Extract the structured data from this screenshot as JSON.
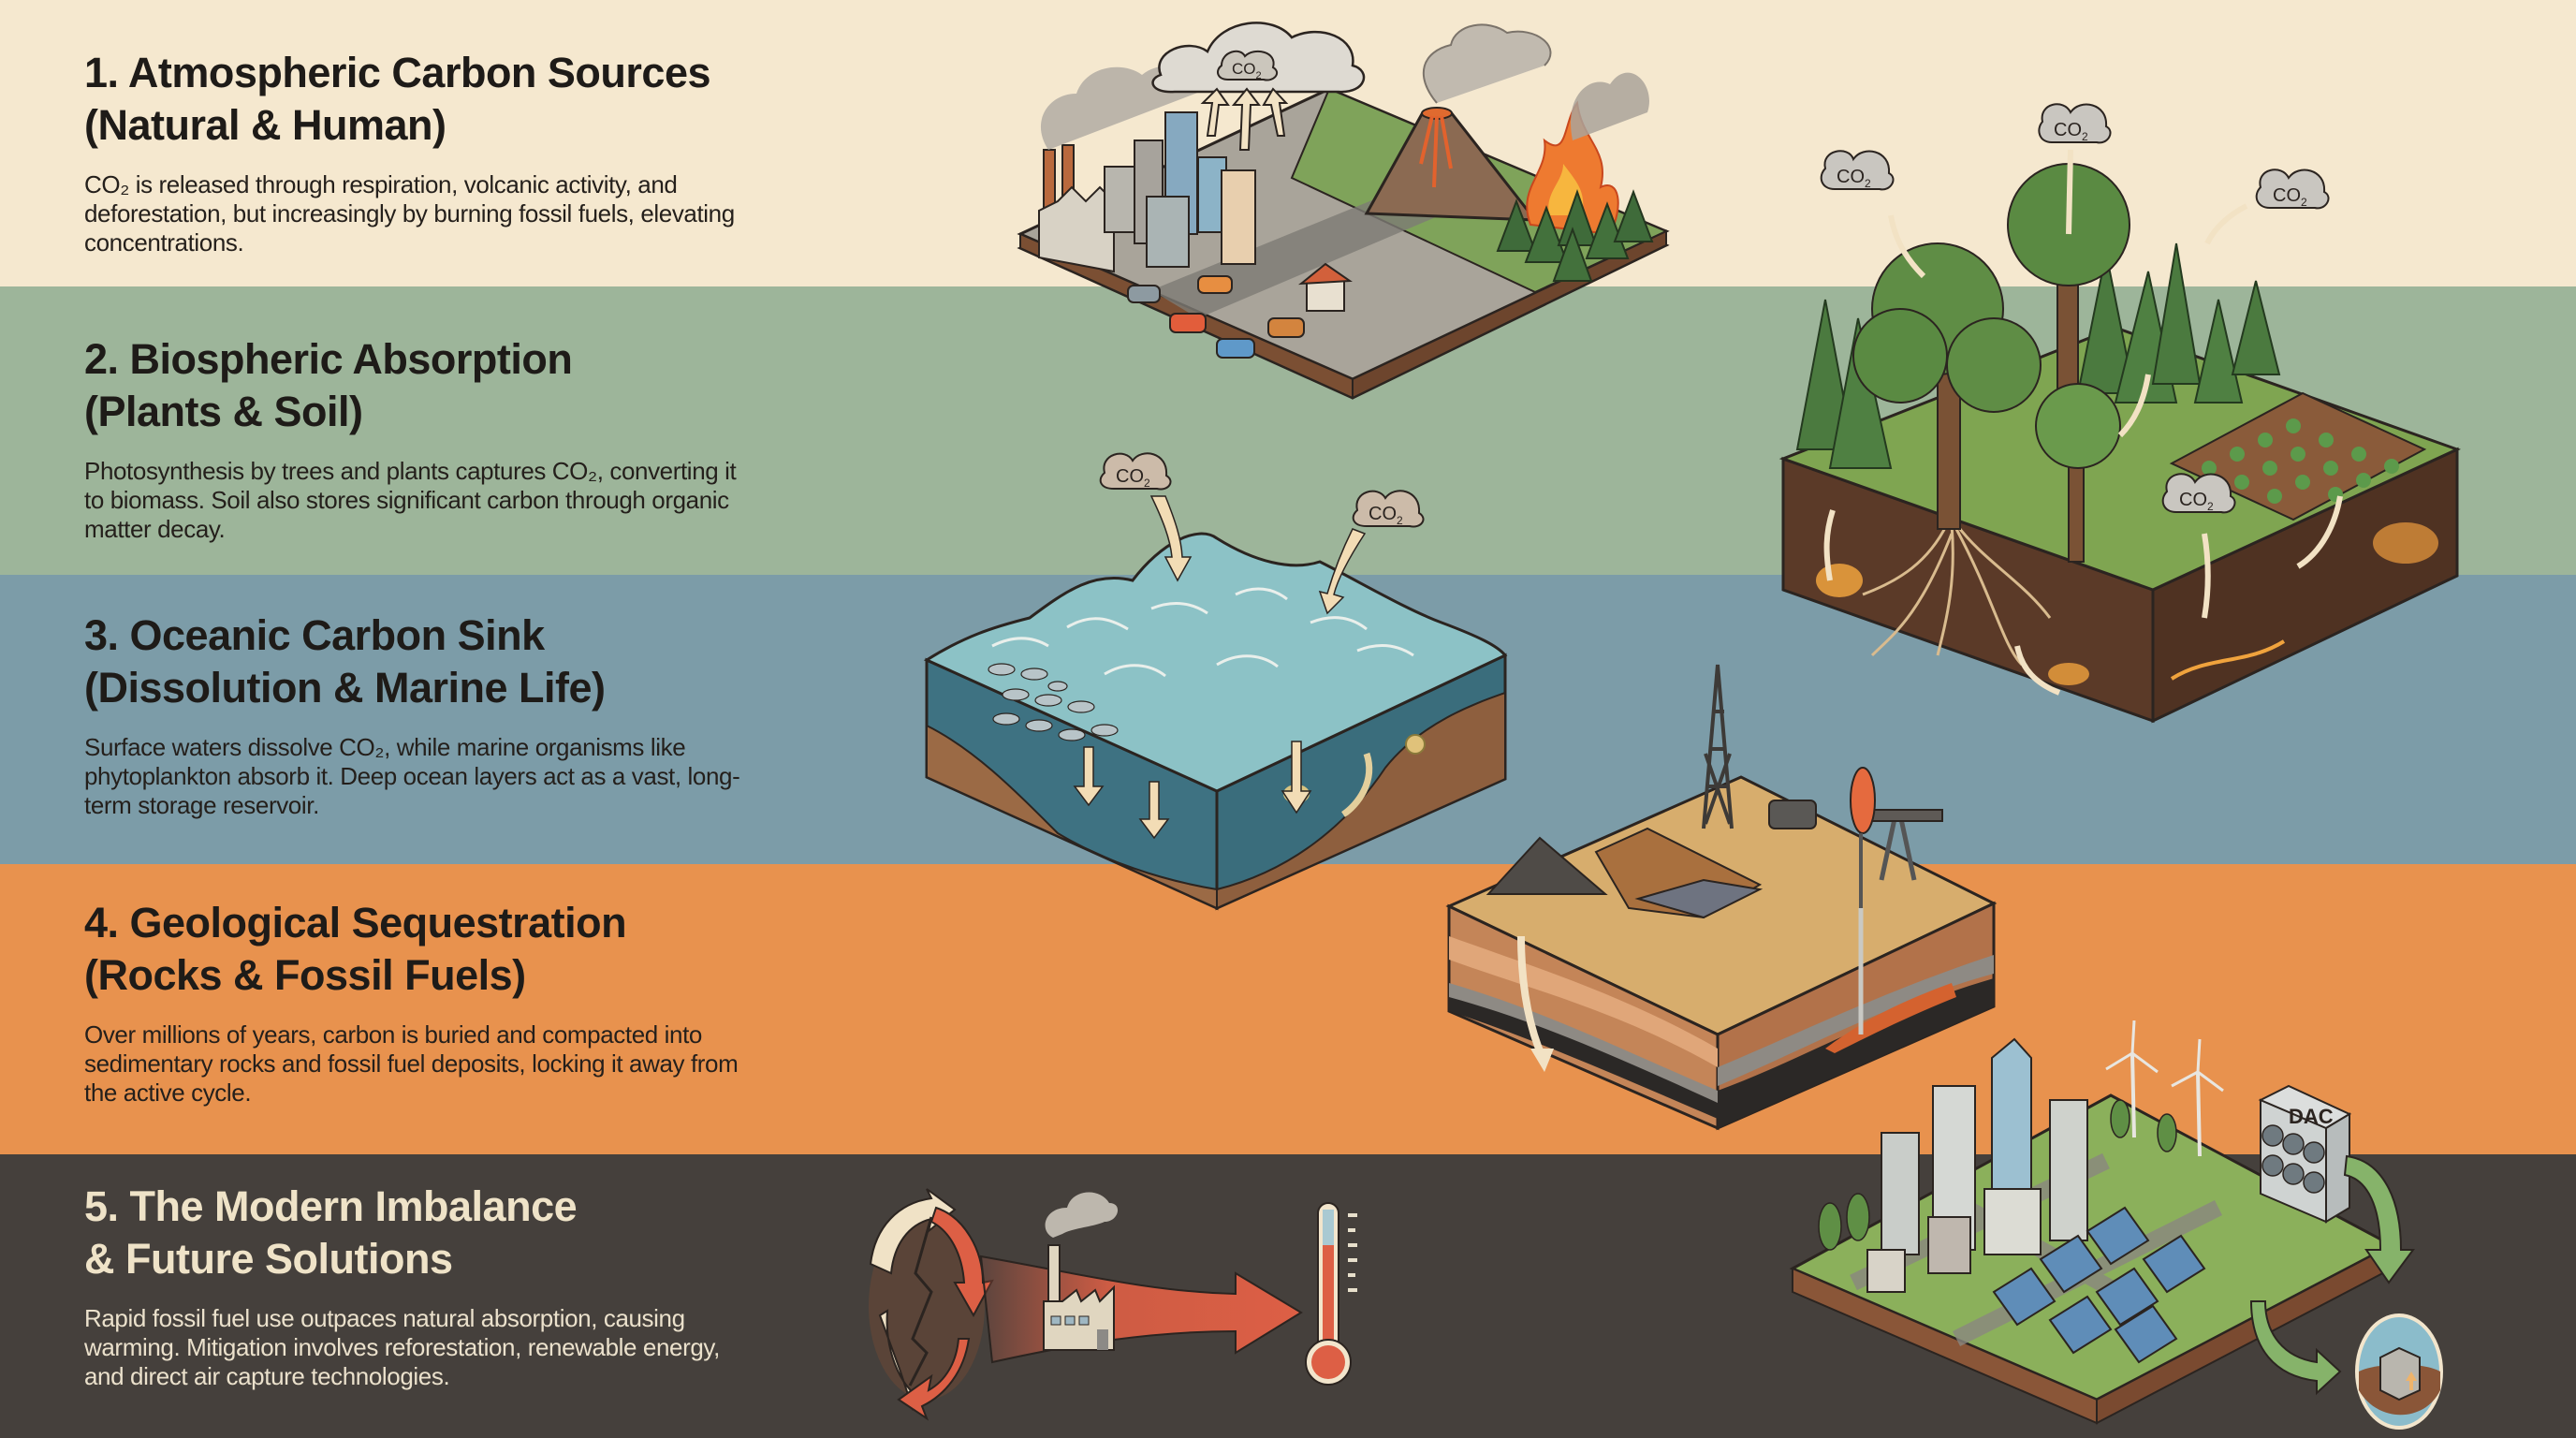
{
  "sections": [
    {
      "number": "1",
      "title_line1": "1. Atmospheric Carbon Sources",
      "title_line2": "(Natural & Human)",
      "description": "CO₂ is released through respiration, volcanic activity, and deforestation, but increasingly by burning fossil fuels, elevating concentrations.",
      "background": "#F5E8CF",
      "illustration": "industrial city, cars, volcano and burning forest emitting smoke into a CO2 cloud"
    },
    {
      "number": "2",
      "title_line1": "2. Biospheric Absorption",
      "title_line2": "(Plants & Soil)",
      "description": "Photosynthesis by trees and plants captures CO₂, converting it to biomass. Soil also stores significant carbon through organic matter decay.",
      "background": "#9DB59A",
      "illustration": "forest and crop field block with roots and soil carbon, CO2 arrows pointing in"
    },
    {
      "number": "3",
      "title_line1": "3. Oceanic Carbon Sink",
      "title_line2": "(Dissolution & Marine Life)",
      "description": "Surface waters dissolve CO₂, while marine organisms like phytoplankton absorb it. Deep ocean layers act as a vast, long-term storage reservoir.",
      "background": "#7C9CA8",
      "illustration": "ocean cross-section with fish, plankton and downward carbon arrows"
    },
    {
      "number": "4",
      "title_line1": "4. Geological Sequestration",
      "title_line2": "(Rocks & Fossil Fuels)",
      "description": "Over millions of years, carbon is buried and compacted into sedimentary rocks and fossil fuel deposits, locking it away from the active cycle.",
      "background": "#E8924E",
      "illustration": "rock strata block with coal pile, mine pit, oil derrick and pump jack"
    },
    {
      "number": "5",
      "title_line1": "5. The Modern Imbalance",
      "title_line2": "& Future Solutions",
      "description": "Rapid fossil fuel use outpaces natural absorption, causing warming. Mitigation involves reforestation, renewable energy, and direct air capture technologies.",
      "background": "#45403C",
      "illustration": "broken carbon cycle, factory emission arrow to thermometer; green city with solar, wind and DAC unit storing carbon underground"
    }
  ],
  "labels": {
    "co2": "CO",
    "co2_sub": "2",
    "dac": "DAC"
  },
  "colors": {
    "title_dark": "#1E1B18",
    "title_light": "#EFE3C8",
    "arrow_cream": "#F2E2C4",
    "arrow_red": "#DD5F45",
    "arrow_green": "#86B36A"
  }
}
